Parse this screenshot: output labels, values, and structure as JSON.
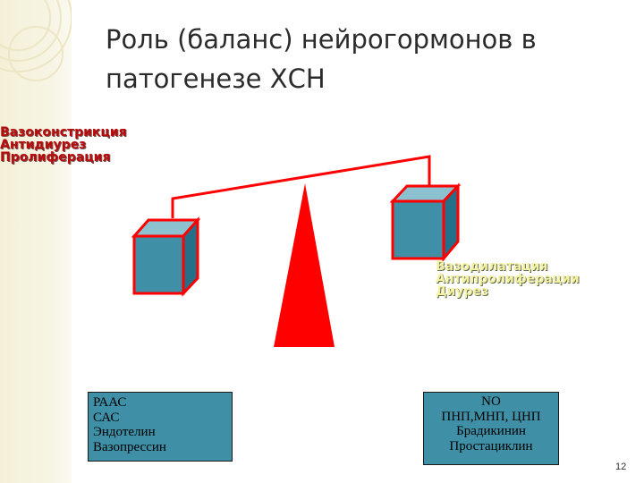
{
  "slide": {
    "title_line1": "Роль (баланс) нейрогормонов в",
    "title_line2": "патогенезе ХСН",
    "left_effects": [
      "Вазоконстрикция",
      "Антидиурез",
      "Пролиферация"
    ],
    "right_effects": [
      "Вазодилатация",
      "Антипролиферации",
      "Диурез"
    ],
    "left_factors": [
      "РААС",
      "САС",
      "Эндотелин",
      "Вазопрессин"
    ],
    "right_factors": [
      "NO",
      "ПНП,МНП, ЦНП",
      "Брадикинин",
      "Простациклин"
    ],
    "page_number": "12"
  },
  "colors": {
    "scale_red": "#ff0000",
    "cube_front": "#3f8fa7",
    "cube_top": "#8cc2d0",
    "cube_side": "#24708a",
    "left_label": "#b80c0c",
    "right_label": "#f5f2a2"
  }
}
